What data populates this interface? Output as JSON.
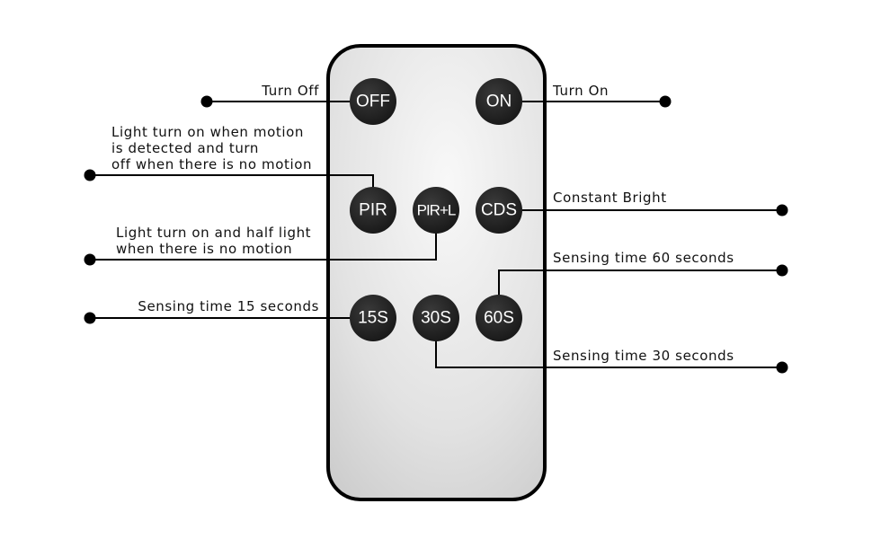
{
  "buttons": {
    "off": "OFF",
    "on": "ON",
    "pir": "PIR",
    "pir_l": "PIR+L",
    "cds": "CDS",
    "s15": "15S",
    "s30": "30S",
    "s60": "60S"
  },
  "callouts": {
    "turn_off": "Turn Off",
    "turn_on": "Turn On",
    "pir": [
      "Light turn on when motion",
      "is detected and turn",
      "off when there is no motion"
    ],
    "pir_l": [
      "Light turn on and half light",
      "when there is no motion"
    ],
    "cds": "Constant Bright",
    "s60": "Sensing time 60 seconds",
    "s15": "Sensing time 15 seconds",
    "s30": "Sensing time 30 seconds"
  },
  "colors": {
    "button_fill": "#1c1c1c",
    "button_text": "#ffffff",
    "remote_border": "#000000",
    "remote_gradient_light": "#f7f7f7",
    "remote_gradient_dark": "#cfcfcf"
  }
}
